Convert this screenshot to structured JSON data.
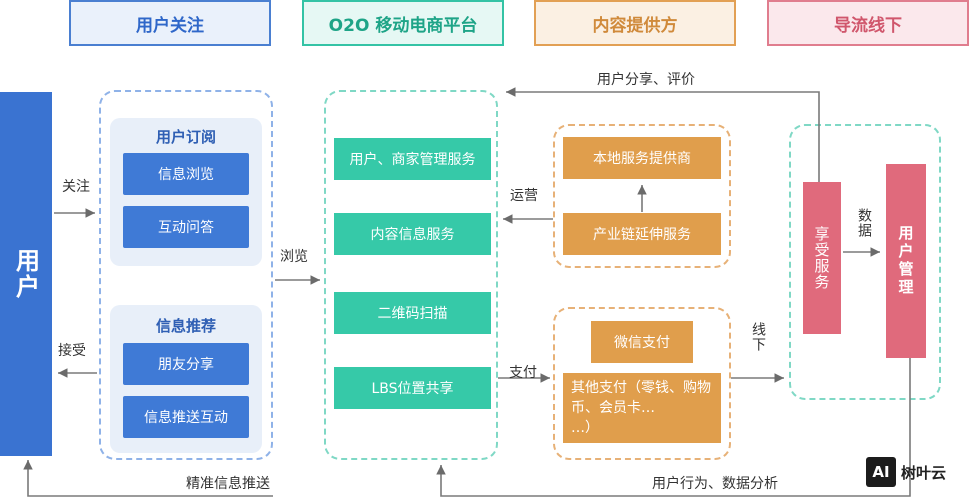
{
  "headers": {
    "user_focus": "用户关注",
    "o2o_platform": "O2O 移动电商平台",
    "content_provider": "内容提供方",
    "offline": "导流线下"
  },
  "user_bar": "用户",
  "labels": {
    "follow": "关注",
    "accept": "接受",
    "browse": "浏览",
    "operate": "运营",
    "pay": "支付",
    "offline": "线下",
    "data": "数据",
    "share_review": "用户分享、评价",
    "precise_push": "精准信息推送",
    "behavior_analysis": "用户行为、数据分析"
  },
  "subscribe": {
    "title": "用户订阅",
    "items": [
      "信息浏览",
      "互动问答"
    ]
  },
  "recommend": {
    "title": "信息推荐",
    "items": [
      "朋友分享",
      "信息推送互动"
    ]
  },
  "platform_services": [
    "用户、商家管理服务",
    "内容信息服务",
    "二维码扫描",
    "LBS位置共享"
  ],
  "provider": {
    "local": "本地服务提供商",
    "chain": "产业链延伸服务"
  },
  "payment": {
    "wechat": "微信支付",
    "other": "其他支付（零钱、购物币、会员卡…\n…）"
  },
  "enjoy_service": "享受服务",
  "user_management": "用户管理",
  "watermark": {
    "badge": "AI",
    "text": "树叶云"
  }
}
